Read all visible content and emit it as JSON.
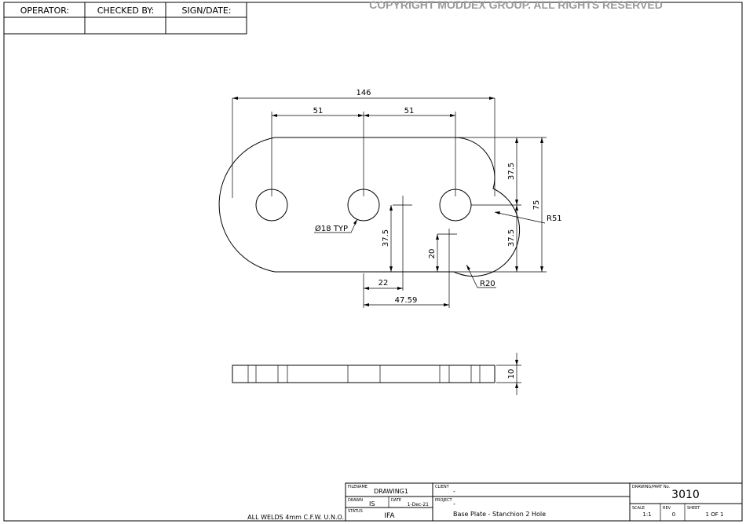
{
  "header_table": {
    "operator_label": "OPERATOR:",
    "checked_by_label": "CHECKED BY:",
    "sign_date_label": "SIGN/DATE:"
  },
  "copyright": "COPYRIGHT MODDEX GROUP. ALL RIGHTS RESERVED",
  "dimensions": {
    "overall_length": "146",
    "hole_pitch_left": "51",
    "hole_pitch_right": "51",
    "half_height_top": "37.5",
    "half_height_bottom": "37.5",
    "overall_height": "75",
    "outer_radius": "R51",
    "corner_radius": "R20",
    "hole_diameter": "Ø18 TYP",
    "offset_vertical_left": "37.5",
    "offset_vertical_right": "20",
    "offset_horizontal_short": "22",
    "offset_horizontal_long": "47.59",
    "thickness": "10"
  },
  "weld_note": "ALL WELDS 4mm C.F.W. U.N.O.",
  "title_block": {
    "filename_label": "FILENAME",
    "filename_value": "DRAWING1",
    "client_label": "CLIENT",
    "client_value": "-",
    "drawn_label": "DRAWN",
    "drawn_value": "IS",
    "date_label": "DATE",
    "date_value": "1-Dec-21",
    "project_label": "PROJECT",
    "project_value": "-",
    "status_label": "STATUS",
    "status_value": "IFA",
    "description": "Base Plate - Stanchion 2 Hole",
    "part_no_label": "DRAWING/PART No.",
    "part_no_value": "3010",
    "scale_label": "SCALE",
    "scale_value": "1:1",
    "rev_label": "REV",
    "rev_value": "0",
    "sheet_label": "SHEET",
    "sheet_value": "1 OF 1"
  }
}
